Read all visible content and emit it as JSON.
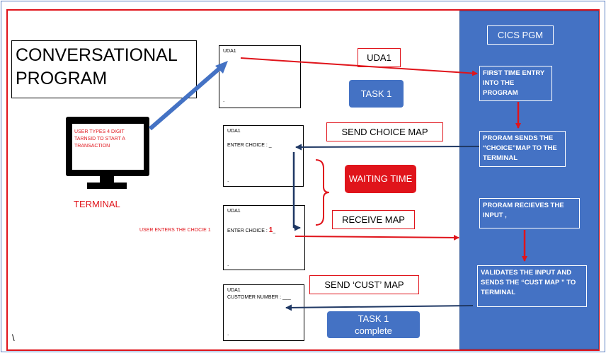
{
  "title_lines": [
    "CONVERSATIONAL",
    "PROGRAM"
  ],
  "cics_title": "CICS PGM",
  "program_steps": [
    "FIRST TIME ENTRY INTO THE PROGRAM",
    "PRORAM SENDS THE “CHOICE”MAP TO THE TERMINAL",
    "PRORAM RECIEVES THE INPUT ,",
    "VALIDATES THE INPUT AND SENDS THE “CUST MAP ” TO TERMINAL"
  ],
  "terminal": {
    "screen_text": "USER TYPES 4 DIGIT TARNSID TO START A TRANSACTION",
    "label": "TERMINAL"
  },
  "screens": [
    {
      "uda": "UDA1",
      "line": "",
      "mark": "."
    },
    {
      "uda": "UDA1",
      "line": "ENTER  CHOICE  :  _",
      "mark": "."
    },
    {
      "uda": "UDA1",
      "line_prefix": "ENTER  CHOICE  :  ",
      "line_value": "1",
      "line_suffix": "_",
      "mark": "."
    },
    {
      "uda": "UDA1",
      "line": "CUSTOMER  NUMBER  : ___",
      "mark": "."
    }
  ],
  "labels": {
    "uda1": "UDA1",
    "task1": "TASK 1",
    "send_choice_map": "SEND CHOICE MAP",
    "waiting_time": "WAITING TIME",
    "receive_map": "RECEIVE MAP",
    "send_cust_map": "SEND ‘CUST’  MAP",
    "task1_complete": "TASK 1 complete",
    "user_enters": "USER ENTERS THE CHOCIE 1"
  },
  "extra_mark": "\\",
  "colors": {
    "red": "#e0141b",
    "blue_panel": "#4472c4",
    "navy_arrow": "#1f3864",
    "border_blue": "#5b7fc0"
  }
}
